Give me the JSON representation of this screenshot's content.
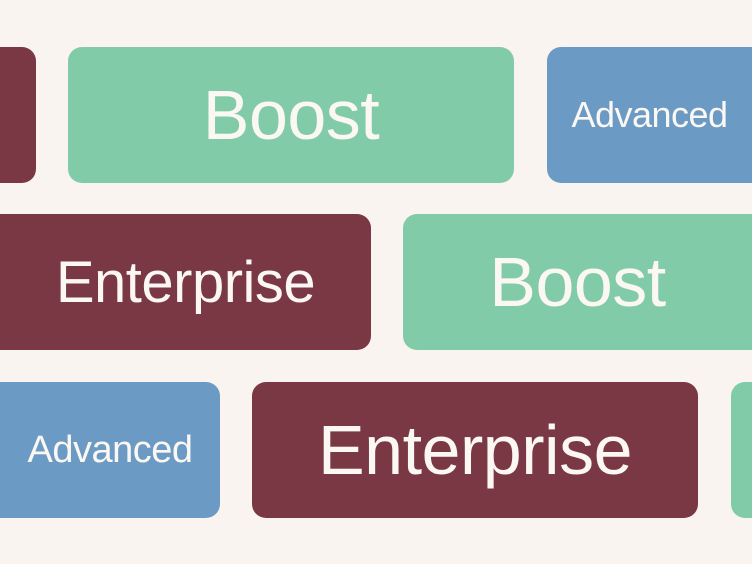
{
  "colors": {
    "background": "#f9f4ef",
    "enterprise": "#7a3845",
    "boost": "#82cba8",
    "advanced": "#6b9bc4",
    "text": "#fbf7f2"
  },
  "tiles": [
    {
      "label": "",
      "color": "#7a3845"
    },
    {
      "label": "Boost",
      "color": "#82cba8"
    },
    {
      "label": "Advanced",
      "color": "#6b9bc4"
    },
    {
      "label": "Enterprise",
      "color": "#7a3845"
    },
    {
      "label": "Boost",
      "color": "#82cba8"
    },
    {
      "label": "Advanced",
      "color": "#6b9bc4"
    },
    {
      "label": "Enterprise",
      "color": "#7a3845"
    },
    {
      "label": "",
      "color": "#82cba8"
    }
  ]
}
